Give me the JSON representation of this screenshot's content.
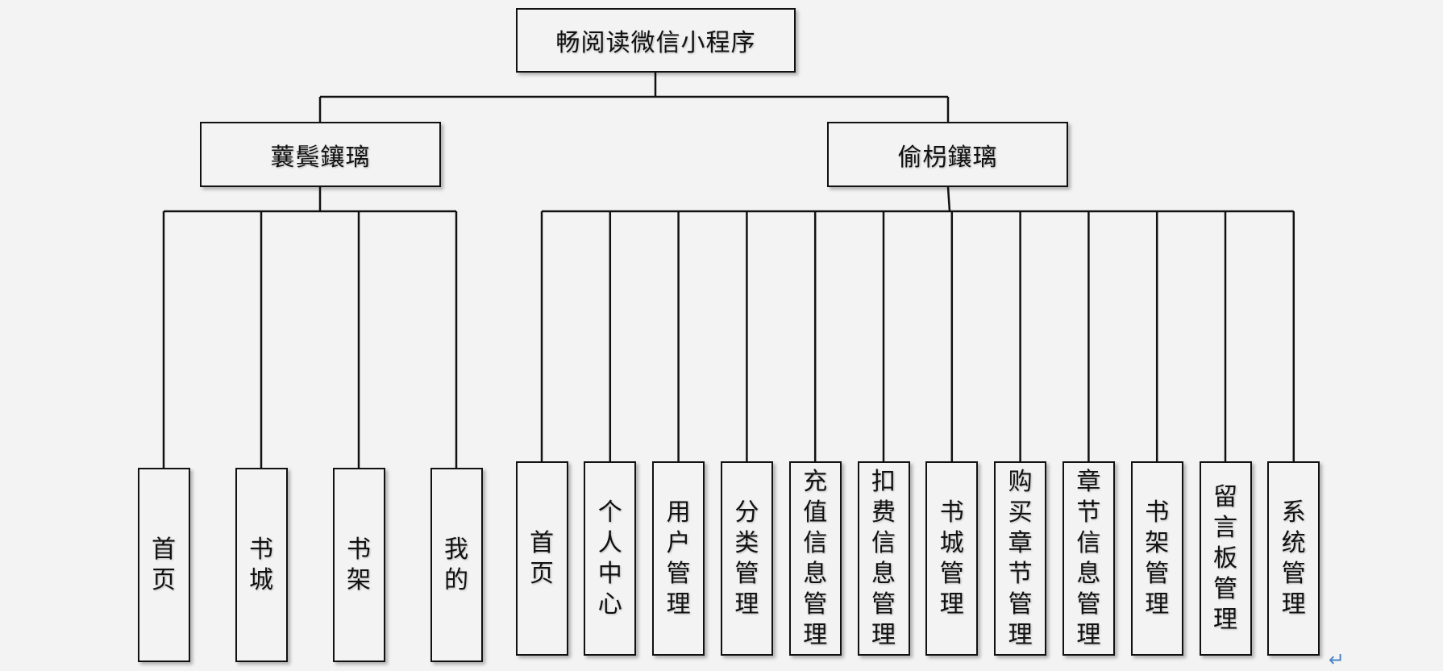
{
  "root": {
    "label": "畅阅读微信小程序"
  },
  "left_branch": {
    "label": "蘘鬓鑲璃",
    "items": [
      "首页",
      "书城",
      "书架",
      "我的"
    ]
  },
  "right_branch": {
    "label": "偷枴鑲璃",
    "items": [
      "首页",
      "个人中心",
      "用户管理",
      "分类管理",
      "充值信息管理",
      "扣费信息管理",
      "书城管理",
      "购买章节管理",
      "章节信息管理",
      "书架管理",
      "留言板管理",
      "系统管理"
    ]
  },
  "colors": {
    "line": "#111111",
    "background": "#f3f3f3",
    "para_mark": "#4a86c8"
  },
  "icons": {
    "paragraph_mark": "return-arrow-icon"
  }
}
